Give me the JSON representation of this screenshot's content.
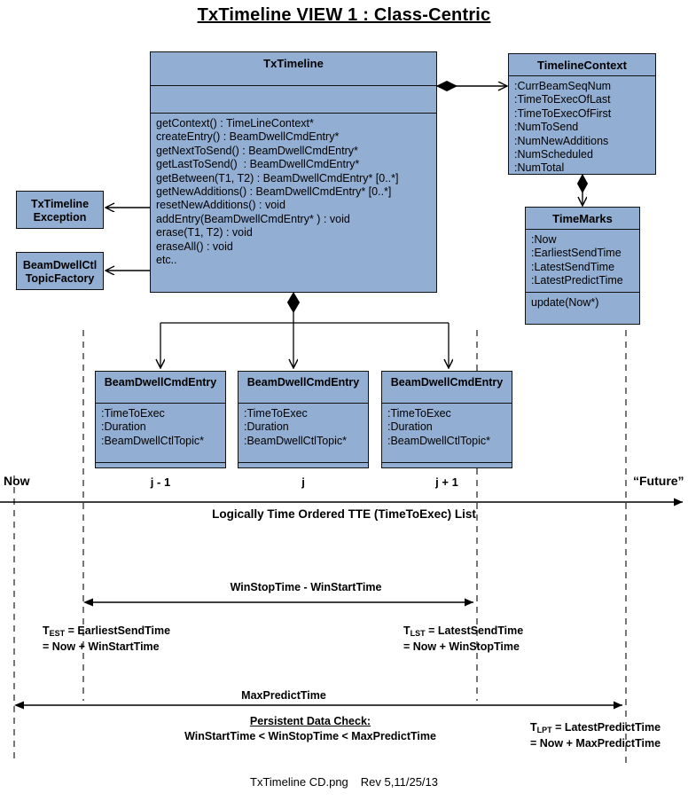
{
  "title": "TxTimeline VIEW 1 : Class-Centric",
  "colors": {
    "box_fill": "#92aed2",
    "box_border": "#111111",
    "line": "#000000",
    "dashed": "#555555",
    "background": "#ffffff"
  },
  "classes": {
    "txtimeline": {
      "name": "TxTimeline",
      "attributes": [],
      "methods": [
        "getContext() : TimeLineContext*",
        "createEntry() : BeamDwellCmdEntry*",
        "getNextToSend() : BeamDwellCmdEntry*",
        "getLastToSend()  : BeamDwellCmdEntry*",
        "getBetween(T1, T2) : BeamDwellCmdEntry* [0..*]",
        "getNewAdditions() : BeamDwellCmdEntry* [0..*]",
        "resetNewAdditions() : void",
        "addEntry(BeamDwellCmdEntry* ) : void",
        "erase(T1, T2) : void",
        "eraseAll() : void",
        "etc.."
      ]
    },
    "timelinecontext": {
      "name": "TimelineContext",
      "attributes": [
        ":CurrBeamSeqNum",
        ":TimeToExecOfLast",
        ":TimeToExecOfFirst",
        ":NumToSend",
        ":NumNewAdditions",
        ":NumScheduled",
        ":NumTotal"
      ]
    },
    "timemarks": {
      "name": "TimeMarks",
      "attributes": [
        ":Now",
        ":EarliestSendTime",
        ":LatestSendTime",
        ":LatestPredictTime"
      ],
      "methods": [
        "update(Now*)"
      ]
    },
    "exception": {
      "name_line1": "TxTimeline",
      "name_line2": "Exception"
    },
    "topicfactory": {
      "name_line1": "BeamDwellCtl",
      "name_line2": "TopicFactory"
    },
    "entry": {
      "name": "BeamDwellCmdEntry",
      "attributes": [
        ":TimeToExec",
        ":Duration",
        ":BeamDwellCtlTopic*"
      ],
      "methods": []
    }
  },
  "entries": [
    {
      "index_label": "j - 1"
    },
    {
      "index_label": "j"
    },
    {
      "index_label": "j + 1"
    }
  ],
  "timeline": {
    "now_label": "Now",
    "future_label": "“Future”",
    "axis_caption": "Logically Time Ordered TTE (TimeToExec) List"
  },
  "annotations": {
    "window_span": "WinStopTime - WinStartTime",
    "t_est": {
      "symbol": "T",
      "subscript": "EST",
      "line1_rest": " =  EarliestSendTime",
      "line2": "= Now + WinStartTime"
    },
    "t_lst": {
      "symbol": "T",
      "subscript": "LST",
      "line1_rest": " =  LatestSendTime",
      "line2": "= Now + WinStopTime"
    },
    "max_predict": "MaxPredictTime",
    "persistent_check_title": "Persistent Data Check:",
    "persistent_check_body": "WinStartTime < WinStopTime < MaxPredictTime",
    "t_lpt": {
      "symbol": "T",
      "subscript": "LPT",
      "line1_rest": " =  LatestPredictTime",
      "line2": "= Now + MaxPredictTime"
    }
  },
  "footer": {
    "filename": "TxTimeline CD.png",
    "revision": "Rev 5,11/25/13"
  }
}
